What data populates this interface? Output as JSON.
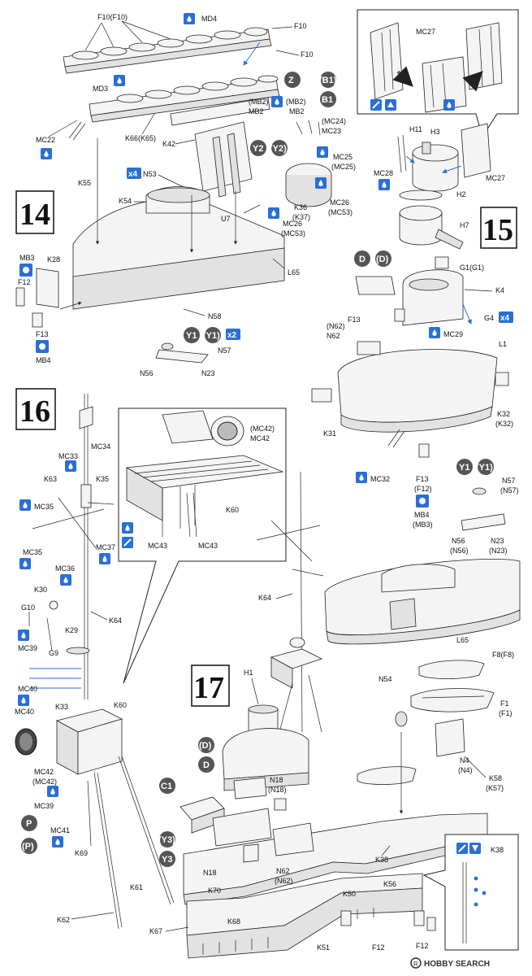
{
  "steps": {
    "s14": "14",
    "s15": "15",
    "s16": "16",
    "s17": "17"
  },
  "labels": {
    "f10_f10": "F10(F10)",
    "md4": "MD4",
    "f10a": "F10",
    "f10b": "F10",
    "md3": "MD3",
    "mc22": "MC22",
    "k66": "K66(K65)",
    "mb2p": "(MB2)",
    "mb2": "MB2",
    "mb2p2": "(MB2)",
    "mb2b": "MB2",
    "k42": "K42",
    "mc24": "(MC24)",
    "mc23": "MC23",
    "mc25": "MC25",
    "mc25p": "(MC25)",
    "k55": "K55",
    "n53": "N53",
    "k54": "K54",
    "k36": "K36",
    "k37": "(K37)",
    "mc26": "MC26",
    "mc53": "(MC53)",
    "u7": "U7",
    "mc26b": "MC26",
    "mc53b": "(MC53)",
    "l65": "L65",
    "mb3": "MB3",
    "k28": "K28",
    "f12": "F12",
    "n58": "N58",
    "n57": "N57",
    "n23": "N23",
    "n56": "N56",
    "f13": "F13",
    "mb4": "MB4",
    "mc27a": "MC27",
    "h11": "H11",
    "h3": "H3",
    "mc28": "MC28",
    "mc27b": "MC27",
    "h2": "H2",
    "h7": "H7",
    "g1": "G1(G1)",
    "k4": "K4",
    "f13b": "F13",
    "n62p": "(N62)",
    "n62": "N62",
    "g4": "G4",
    "mc29": "MC29",
    "l1": "L1",
    "k31": "K31",
    "k32": "K32",
    "k32p": "(K32)",
    "mc32": "MC32",
    "f13c": "F13",
    "f12p": "(F12)",
    "mb4b": "MB4",
    "mb3p": "(MB3)",
    "n57b": "N57",
    "n57p": "(N57)",
    "n56b": "N56",
    "n56p": "(N56)",
    "n23b": "N23",
    "n23p": "(N23)",
    "mc33": "MC33",
    "mc34": "MC34",
    "k63": "K63",
    "k35": "K35",
    "mc35a": "MC35",
    "mc35b": "MC35",
    "mc37": "MC37",
    "mc36": "MC36",
    "k30": "K30",
    "g10": "G10",
    "k64": "K64",
    "mc39": "MC39",
    "k29": "K29",
    "g9": "G9",
    "mc40a": "MC40",
    "k33": "K33",
    "k60": "K60",
    "mc40b": "MC40",
    "mc42b": "MC42",
    "mc42bp": "(MC42)",
    "mc39b": "MC39",
    "mc41": "MC41",
    "k69": "K69",
    "k61": "K61",
    "k62": "K62",
    "mc42p": "(MC42)",
    "mc42": "MC42",
    "k60d": "K60",
    "mc43a": "MC43",
    "mc43b": "MC43",
    "k64b": "K64",
    "l65b": "L65",
    "h1": "H1",
    "n54": "N54",
    "f8": "F8(F8)",
    "f1": "F1",
    "f1p": "(F1)",
    "n4": "N4",
    "n4p": "(N4)",
    "k58": "K58",
    "k57p": "(K57)",
    "n18": "N18",
    "n18p": "(N18)",
    "n18b": "N18",
    "n62b": "N62",
    "n62bp": "(N62)",
    "k38": "K38",
    "k38b": "K38",
    "k70": "K70",
    "k50": "K50",
    "k56": "K56",
    "k67": "K67",
    "k68": "K68",
    "k51": "K51",
    "f12b": "F12",
    "f12c": "F12"
  },
  "badges": {
    "z": "Z",
    "b1a": "(B1)",
    "b1b": "B1",
    "y2a": "Y2",
    "y2b": "(Y2)",
    "y1a": "Y1",
    "y1b": "(Y1)",
    "x2": "x2",
    "x4a": "x4",
    "x4b": "x4",
    "d1": "D",
    "d2": "(D)",
    "y1c": "Y1",
    "y1d": "(Y1)",
    "p1": "P",
    "p2": "(P)",
    "d3": "(D)",
    "d4": "D",
    "c1": "C1",
    "y3a": "(Y3)",
    "y3b": "Y3"
  },
  "watermark": "HOBBY SEARCH",
  "colors": {
    "accent": "#2a6fd6",
    "ink": "#222222",
    "badge": "#555555"
  }
}
